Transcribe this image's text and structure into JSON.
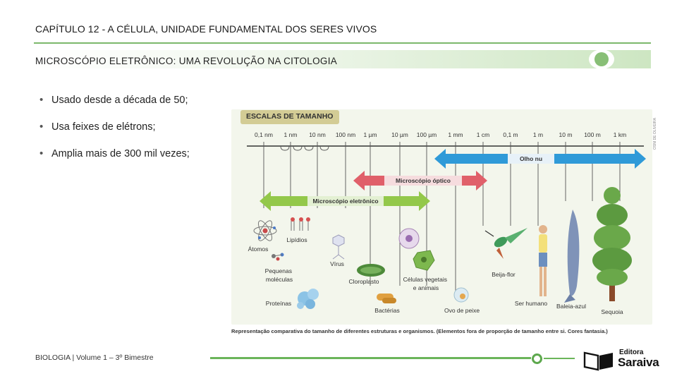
{
  "header": {
    "chapter_title": "CAPÍTULO 12 - A CÉLULA, UNIDADE FUNDAMENTAL DOS SERES VIVOS",
    "subtitle": "MICROSCÓPIO ELETRÔNICO: UMA REVOLUÇÃO NA CITOLOGIA"
  },
  "bullets": [
    "Usado desde a década de 50;",
    "Usa feixes de elétrons;",
    "Amplia mais de 300 mil vezes;"
  ],
  "figure": {
    "tag": "ESCALAS DE TAMANHO",
    "credit": "OSNI DE OLIVEIRA",
    "scale_labels": [
      "0,1 nm",
      "1 nm",
      "10 nm",
      "100 nm",
      "1 µm",
      "10 µm",
      "100 µm",
      "1 mm",
      "1 cm",
      "0,1 m",
      "1 m",
      "10 m",
      "100 m",
      "1 km"
    ],
    "ranges": {
      "olho_nu": "Olho nu",
      "optico": "Microscópio óptico",
      "eletronico": "Microscópio eletrônico"
    },
    "items": {
      "atomos": "Átomos",
      "lipidios": "Lipídios",
      "pequenas_moleculas": "Pequenas moléculas",
      "proteinas": "Proteínas",
      "virus": "Vírus",
      "cloroplasto": "Cloroplasto",
      "bacterias": "Bactérias",
      "celulas": "Células vegetais e animais",
      "ovo": "Ovo de peixe",
      "beija_flor": "Beija-flor",
      "humano": "Ser humano",
      "baleia": "Baleia-azul",
      "sequoia": "Sequoia"
    },
    "caption": "Representação comparativa do tamanho de diferentes estruturas e organismos. (Elementos fora de proporção de tamanho entre si. Cores fantasia.)",
    "colors": {
      "olho_nu": "#2f9ad8",
      "optico": "#e0606a",
      "eletronico": "#93c84a"
    }
  },
  "footer": {
    "text": "BIOLOGIA | Volume 1 – 3º Bimestre",
    "logo_top": "Editora",
    "logo_main": "Saraiva"
  }
}
